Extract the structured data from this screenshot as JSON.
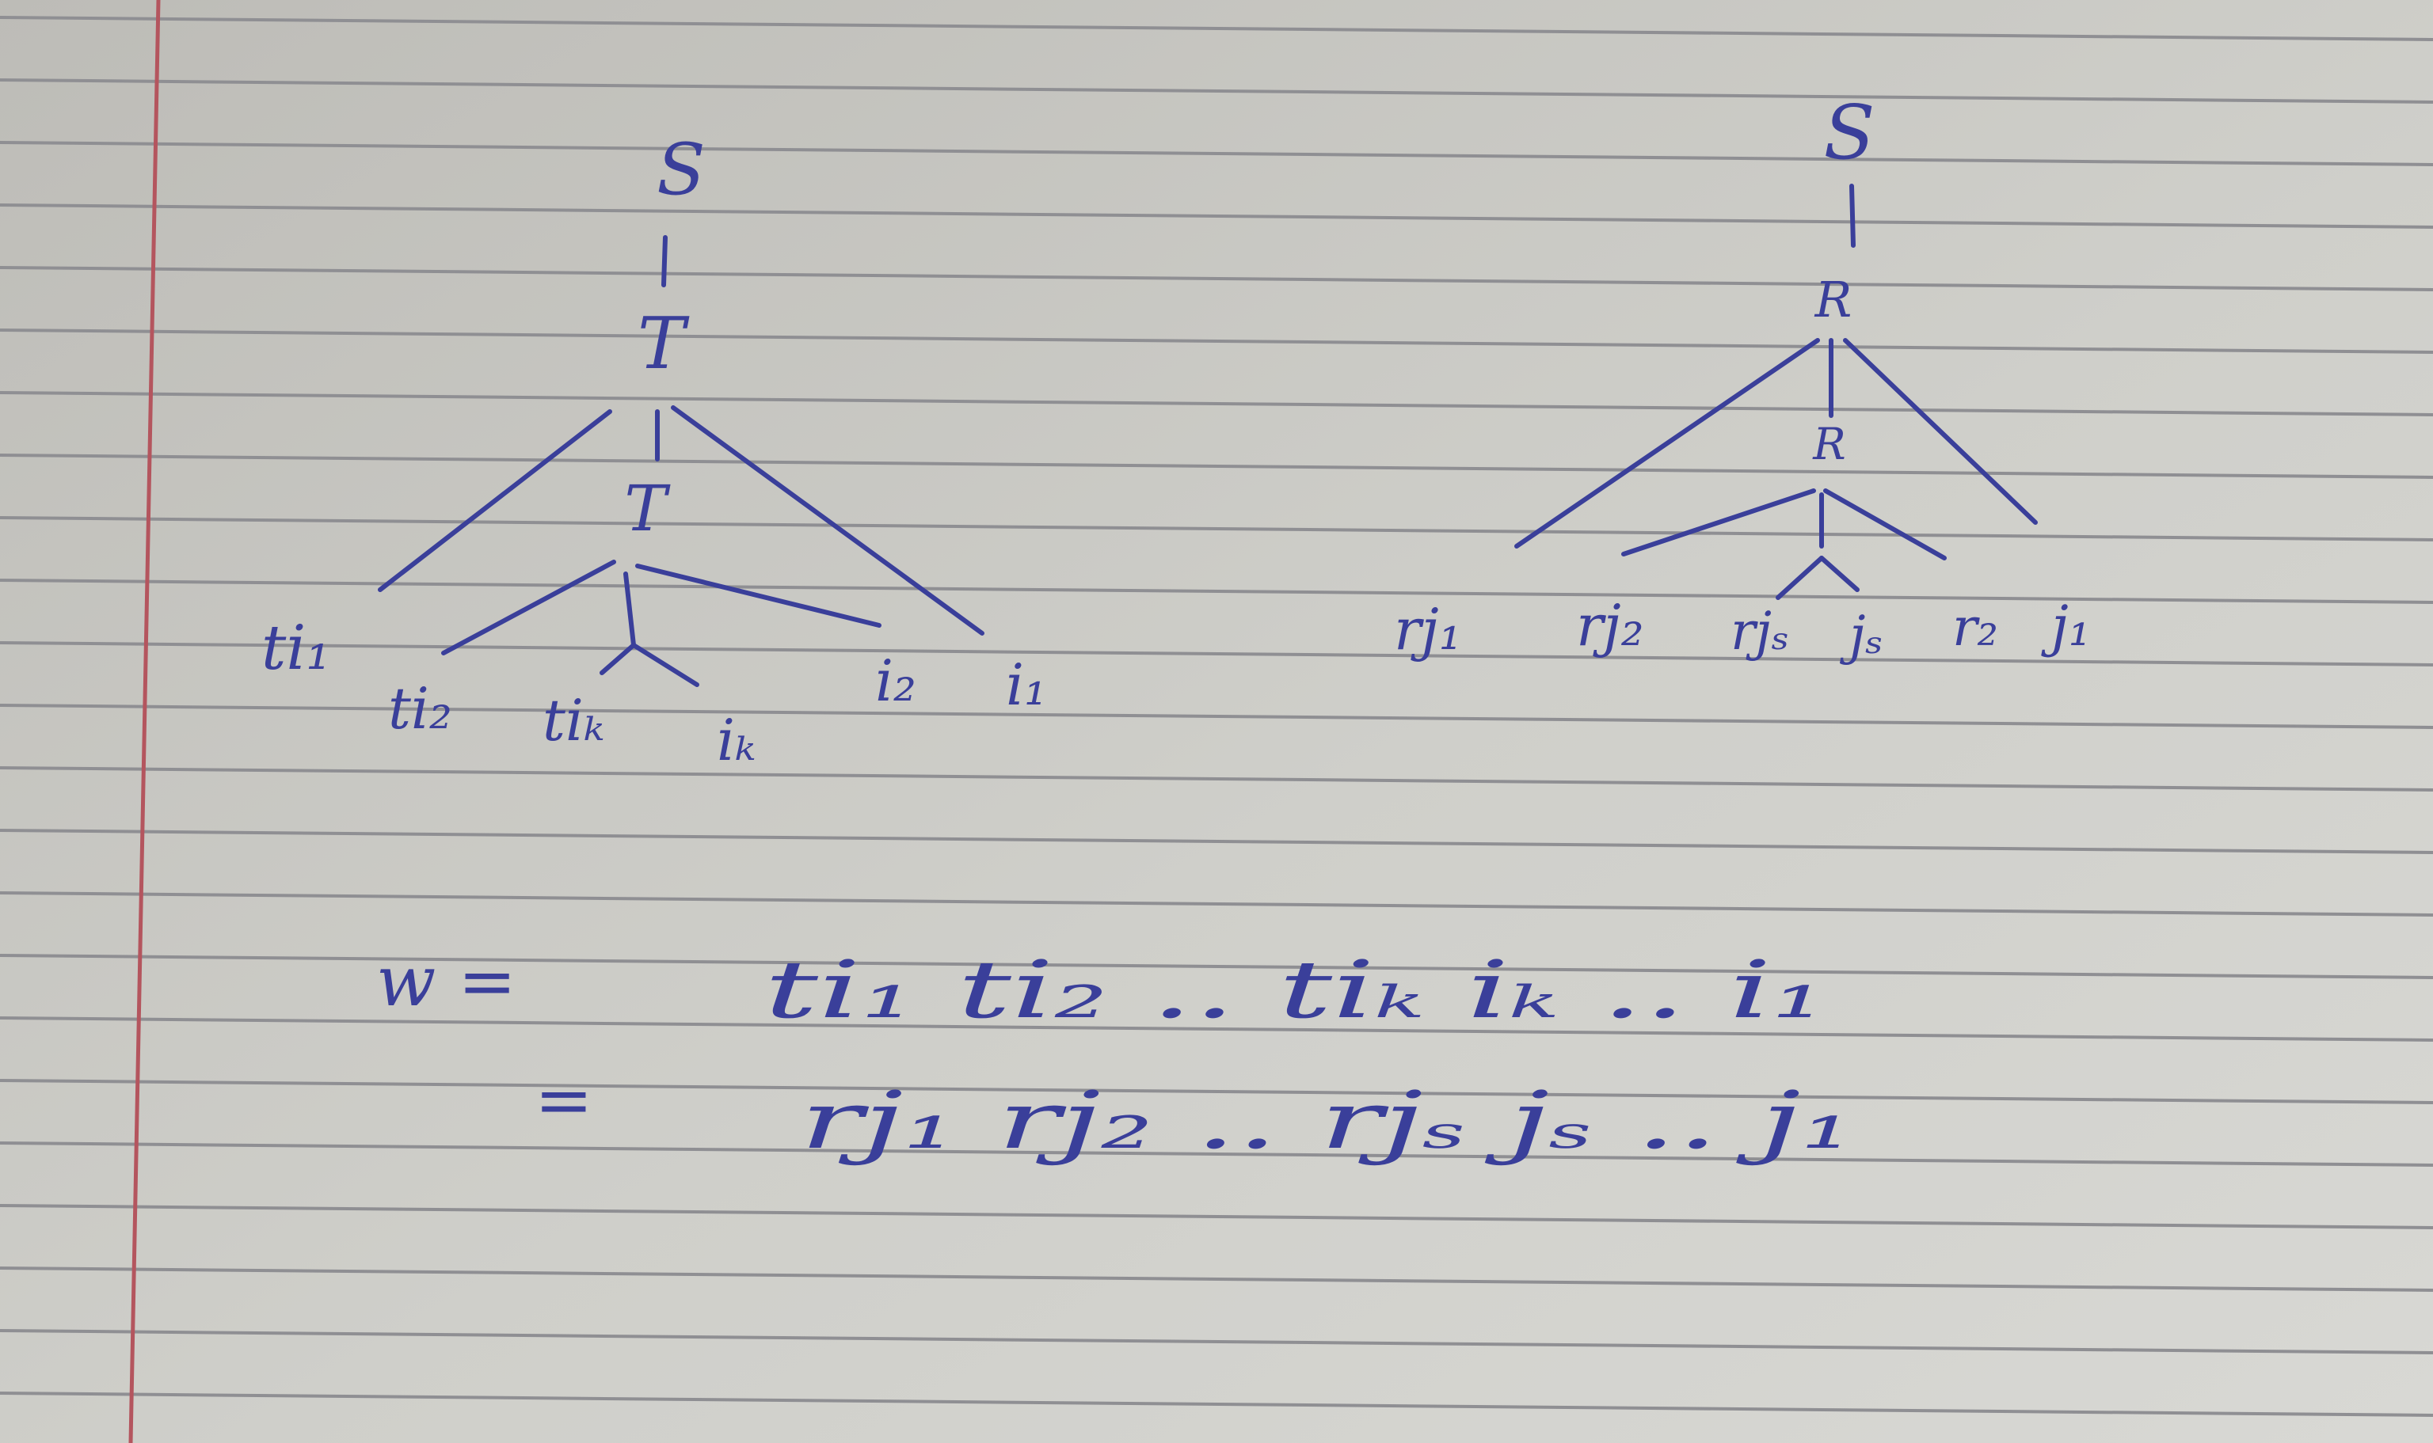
{
  "left_tree": {
    "root": "S",
    "node_1": "T",
    "node_2": "T",
    "leaves": [
      "ti₁",
      "ti₂",
      "tiₖ",
      "iₖ",
      "i₂",
      "i₁"
    ]
  },
  "right_tree": {
    "root": "S",
    "node_1": "R",
    "node_2": "R",
    "leaves": [
      "rj₁",
      "rj₂",
      "rjₛ",
      "jₛ",
      "r₂",
      "j₁"
    ]
  },
  "equations": {
    "line1_lhs": "w =",
    "line1_rhs": "ti₁ ti₂ .. tiₖ iₖ .. i₁",
    "line2_lhs": "=",
    "line2_rhs": "rj₁ rj₂ .. rjₛ jₛ .. j₁"
  }
}
